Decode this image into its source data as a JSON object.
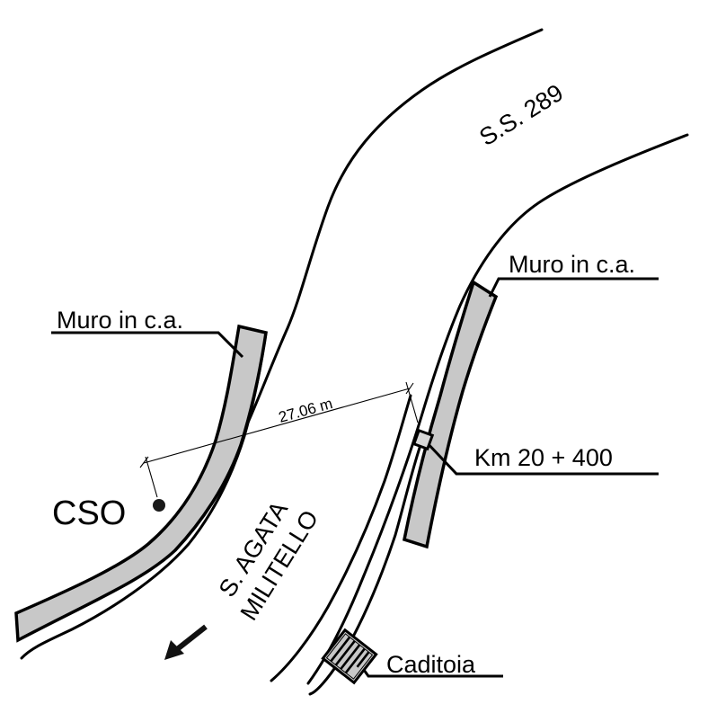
{
  "drawing": {
    "road_name": "S.S. 289",
    "colors": {
      "line": "#000000",
      "wall_fill": "#c8c8c8",
      "background": "#ffffff"
    }
  },
  "labels": {
    "wall_left": "Muro in c.a.",
    "wall_right": "Muro in c.a.",
    "km_marker": "Km 20 + 400",
    "drain": "Caditoia",
    "cso": "CSO",
    "direction_line1": "S. AGATA",
    "direction_line2": "MILITELLO"
  },
  "dimension": {
    "value": 27.06,
    "unit": "m",
    "text": "27.06 m"
  },
  "icons": {
    "direction_arrow": "arrow-down-left-icon",
    "cso_point": "filled-circle-icon",
    "drain_grate": "hatched-grate-icon",
    "km_post": "square-marker-icon"
  }
}
